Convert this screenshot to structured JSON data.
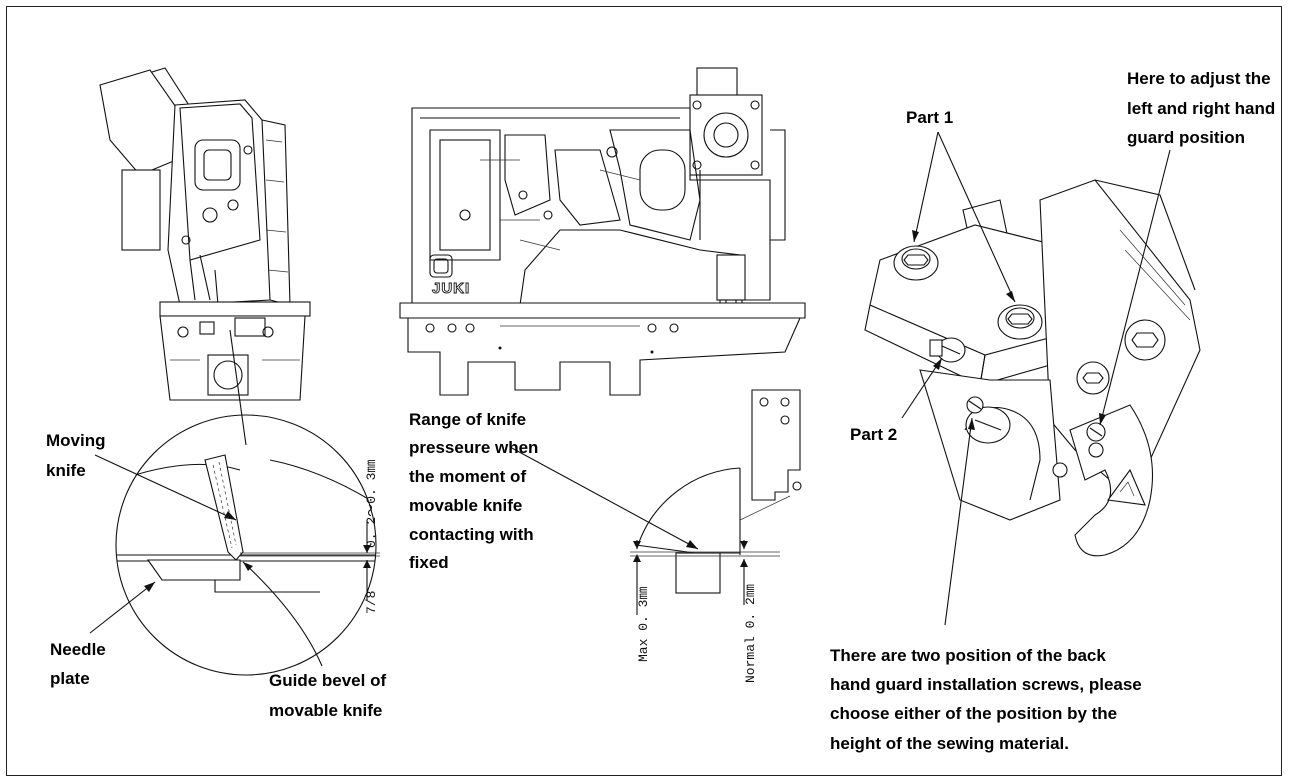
{
  "labels": {
    "moving_knife": [
      "Moving",
      "knife"
    ],
    "needle_plate": [
      "Needle",
      "plate"
    ],
    "guide_bevel": [
      "Guide bevel of",
      "movable knife"
    ],
    "dim_gap": "0. 2～0. 3㎜",
    "dim_78": "7/8",
    "machine_brand": "JUKI",
    "range_knife": [
      "Range of knife",
      "presseure when",
      "the moment of",
      "movable knife",
      "contacting with",
      "fixed"
    ],
    "max_dim": "Max 0. 3㎜",
    "normal_dim": "Normal 0. 2㎜",
    "part1": "Part 1",
    "part2": "Part 2",
    "adjust_note": [
      "Here to adjust the",
      "left and right hand",
      "guard position"
    ],
    "screw_note": [
      "There are two position of the back",
      "hand guard installation screws, please",
      "choose either of the position by the",
      "height of the sewing material."
    ]
  },
  "icons": {
    "warning": "hand-caution-icon"
  }
}
